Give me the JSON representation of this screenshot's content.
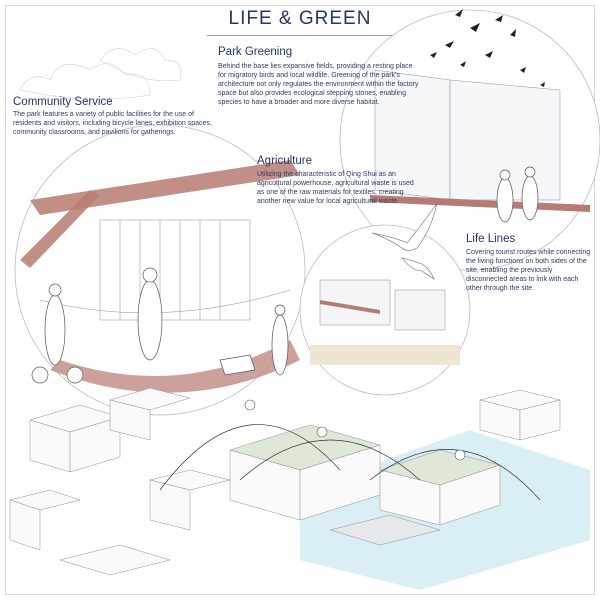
{
  "poster": {
    "title": "LIFE & GREEN"
  },
  "sections": {
    "park_greening": {
      "heading": "Park Greening",
      "body": "Behind the base lies expansive fields, providing a resting place for migratory birds and local wildlife. Greening of the park's architecture not only regulates the environment within the factory space but also provides ecological stepping stones, enabling species to have a broader and more diverse habitat."
    },
    "community_service": {
      "heading": "Community Service",
      "body": "The park features a variety of public facilities for the use of residents and visitors, including bicycle lanes, exhibition spaces, community classrooms, and pavilions for gatherings."
    },
    "agriculture": {
      "heading": "Agriculture",
      "body": "Utilizing the characteristic of Qing Shui as an agricultural powerhouse, agricultural waste is used as one of the raw materials for textiles, creating another new value for local agricultural waste."
    },
    "life_lines": {
      "heading": "Life Lines",
      "body": "Covering tourist routes while connecting the living functions on both sides of the site, enabling the previously disconnected areas to link with each other through the site."
    }
  },
  "colors": {
    "accent": "#a8675e",
    "text": "#27346b",
    "water": "#bfe3ef",
    "green": "#dfe8d6",
    "line": "#9aa0ad"
  }
}
